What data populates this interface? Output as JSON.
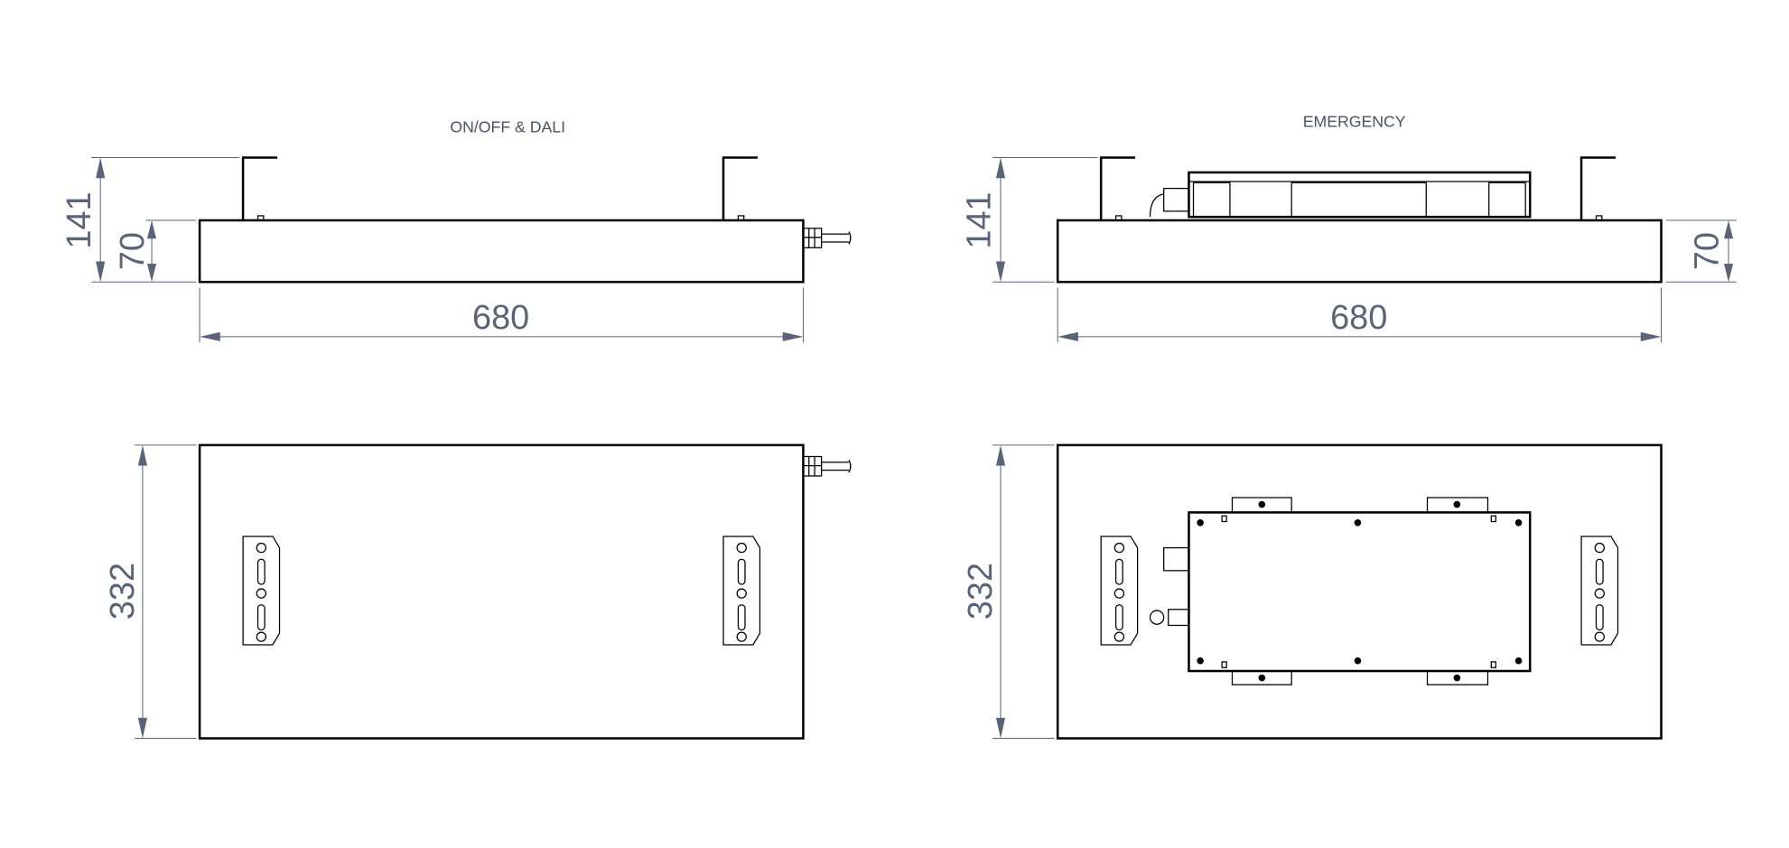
{
  "views": {
    "onoff_dali": {
      "title": "ON/OFF & DALI",
      "height_total": "141",
      "height_body": "70",
      "length": "680",
      "width": "332"
    },
    "emergency": {
      "title": "EMERGENCY",
      "height_total": "141",
      "height_body": "70",
      "length": "680",
      "width": "332"
    }
  },
  "colors": {
    "dimension": "#5a6478",
    "outline": "#000000"
  }
}
